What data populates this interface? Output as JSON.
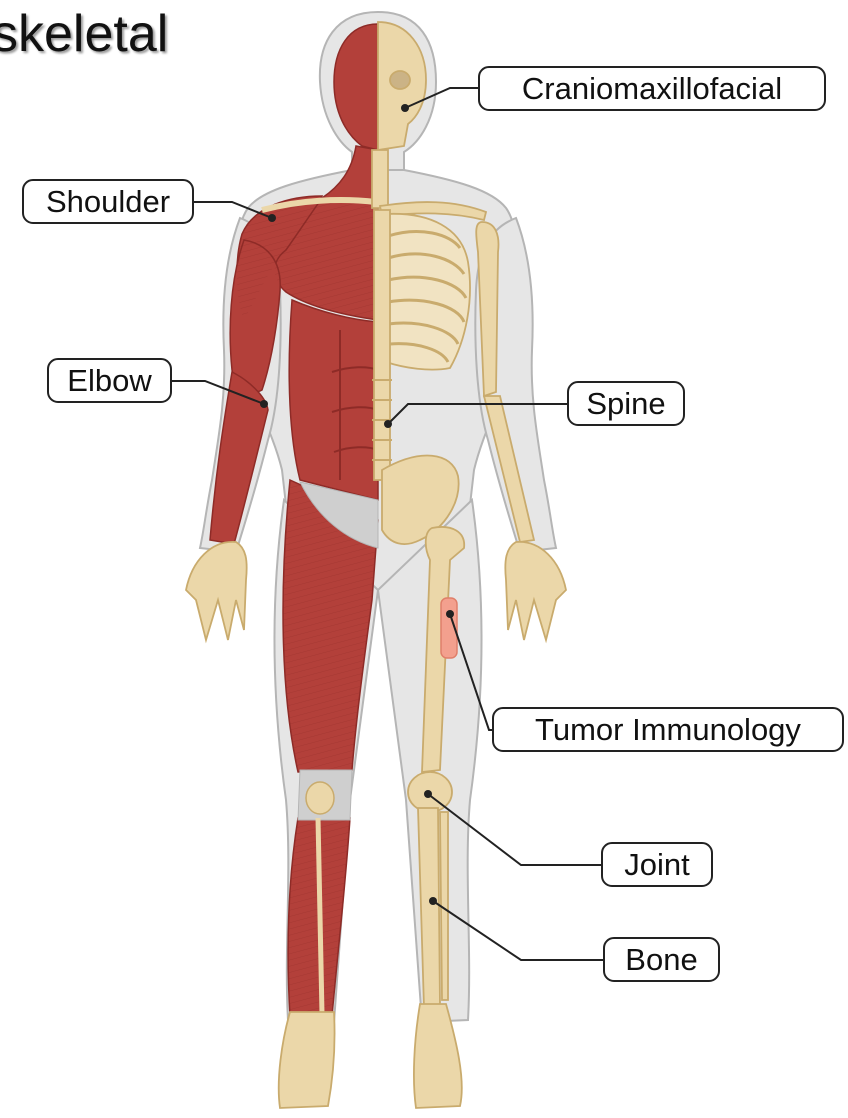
{
  "title": "skeletal",
  "labels": {
    "craniomaxillofacial": "Craniomaxillofacial",
    "shoulder": "Shoulder",
    "elbow": "Elbow",
    "spine": "Spine",
    "tumor_immunology": "Tumor Immunology",
    "joint": "Joint",
    "bone": "Bone"
  },
  "colors": {
    "muscle": "#b3403a",
    "muscle_dark": "#8e2b27",
    "bone": "#ebd7a9",
    "bone_edge": "#c9ab6d",
    "skin": "#e6e6e6",
    "skin_edge": "#b5b5b5",
    "tendon": "#cfcfcf",
    "tumor": "#f3a08e",
    "leader": "#222222"
  }
}
